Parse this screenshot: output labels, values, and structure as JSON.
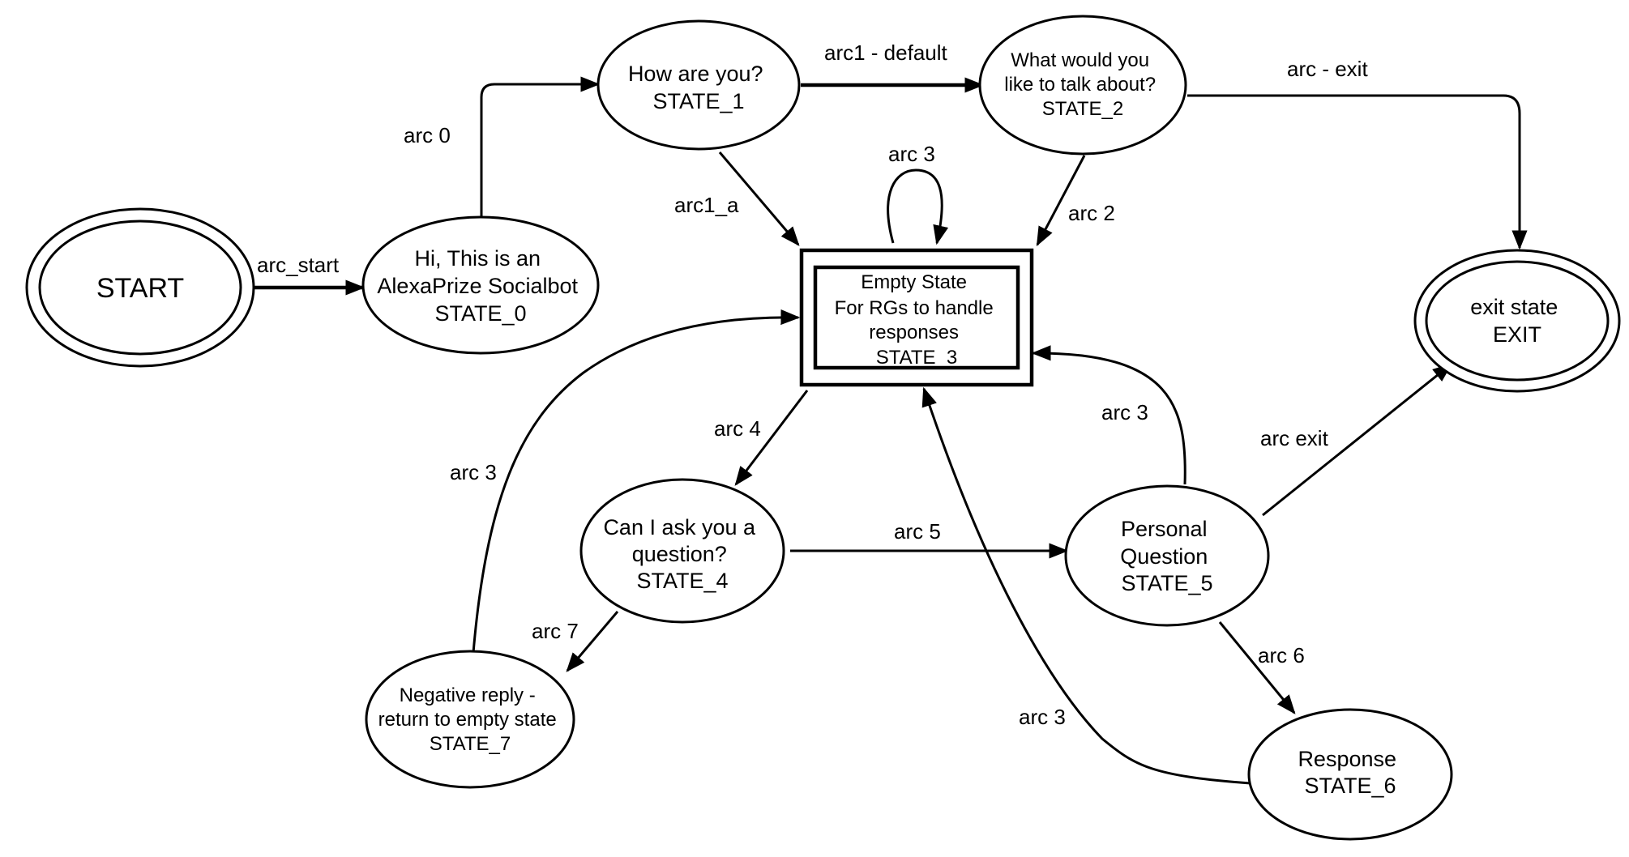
{
  "nodes": {
    "start": {
      "lines": [
        "START"
      ]
    },
    "state0": {
      "lines": [
        "Hi, This is an",
        "AlexaPrize Socialbot",
        "STATE_0"
      ]
    },
    "state1": {
      "lines": [
        "How are you?",
        "STATE_1"
      ]
    },
    "state2": {
      "lines": [
        "What would you",
        "like to talk about?",
        "STATE_2"
      ]
    },
    "state3": {
      "lines": [
        "Empty State",
        "For RGs to handle",
        "responses",
        "STATE_3"
      ]
    },
    "exit": {
      "lines": [
        "exit state",
        "EXIT"
      ]
    },
    "state4": {
      "lines": [
        "Can I ask you a",
        "question?",
        "STATE_4"
      ]
    },
    "state5": {
      "lines": [
        "Personal",
        "Question",
        "STATE_5"
      ]
    },
    "state6": {
      "lines": [
        "Response",
        "STATE_6"
      ]
    },
    "state7": {
      "lines": [
        "Negative reply -",
        "return to empty state",
        "STATE_7"
      ]
    }
  },
  "edges": {
    "arc_start": "arc_start",
    "arc0": "arc 0",
    "arc1_default": "arc1 - default",
    "arc_exit_top": "arc - exit",
    "arc3_self": "arc 3",
    "arc1_a": "arc1_a",
    "arc2": "arc 2",
    "arc4": "arc 4",
    "arc3_from7": "arc 3",
    "arc3_from5": "arc 3",
    "arc_exit_5": "arc exit",
    "arc5": "arc 5",
    "arc7": "arc 7",
    "arc6": "arc 6",
    "arc3_from6": "arc 3"
  }
}
